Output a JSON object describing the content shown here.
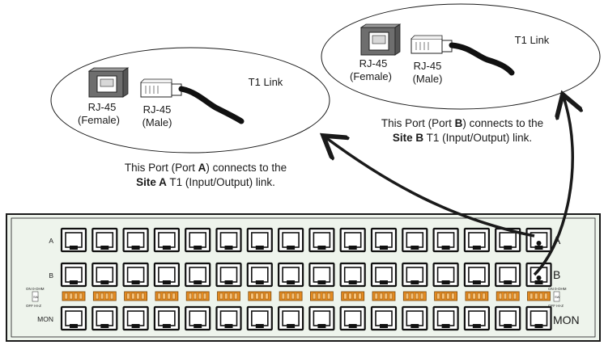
{
  "site_b_callout": {
    "female_label": "RJ-45",
    "female_sub": "(Female)",
    "male_label": "RJ-45",
    "male_sub": "(Male)",
    "link_label": "T1 Link",
    "desc_line1_pre": "This Port  (Port ",
    "desc_line1_bold": "B",
    "desc_line1_post": ") connects to the",
    "desc_line2_bold": "Site B",
    "desc_line2_post": " T1 (Input/Output) link."
  },
  "site_a_callout": {
    "female_label": "RJ-45",
    "female_sub": "(Female)",
    "male_label": "RJ-45",
    "male_sub": "(Male)",
    "link_label": "T1 Link",
    "desc_line1_pre": "This Port  (Port ",
    "desc_line1_bold": "A",
    "desc_line1_post": ") connects to the",
    "desc_line2_bold": "Site A",
    "desc_line2_post": " T1 (Input/Output) link."
  },
  "panel": {
    "port_count_per_row": 16,
    "left_labels": {
      "a": "A",
      "b": "B",
      "mon": "MON"
    },
    "right_labels": {
      "a": "A",
      "b": "B",
      "mon": "MON"
    },
    "switch_labels": {
      "top": "ON 0-OHM",
      "mid": "SW",
      "bottom": "OFF HI-Z"
    },
    "panel_bg": "#eef4ec",
    "switch_color": "#e58a1f",
    "highlighted_port_row_a": 16,
    "highlighted_port_row_b": 16
  }
}
